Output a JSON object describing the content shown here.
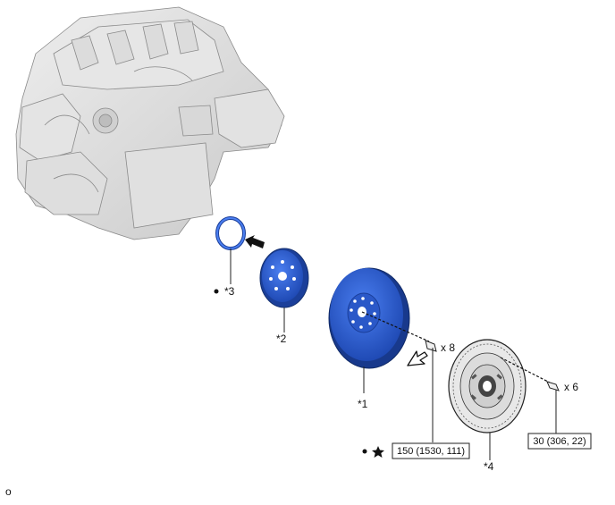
{
  "colors": {
    "part_blue": "#2f63d8",
    "part_blue_dark": "#1b3f9a",
    "engine_gray": "#d9d9d9",
    "line": "#222222"
  },
  "icons": {
    "dot": "bullet-dot-icon",
    "star": "star-icon",
    "arrow_filled": "filled-arrow-icon",
    "arrow_outline": "outline-arrow-icon"
  },
  "callouts": {
    "c1": "*1",
    "c2": "*2",
    "c3": "*3",
    "c4": "*4"
  },
  "quantities": {
    "flywheel_bolts": "x 8",
    "clutch_bolts": "x 6"
  },
  "torque": {
    "flywheel": "150 (1530, 111)",
    "clutch": "30 (306, 22)"
  },
  "corner_code": "o"
}
